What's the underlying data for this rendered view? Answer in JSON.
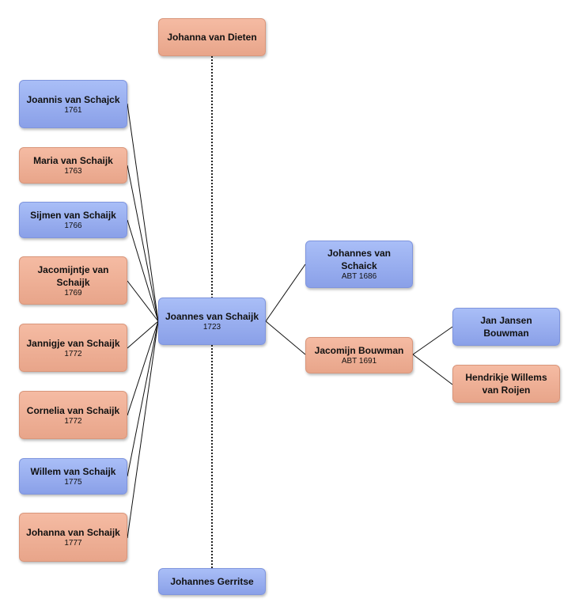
{
  "mother": {
    "name": "Johanna van Dieten",
    "year": ""
  },
  "spouse": {
    "name": "Johannes Gerritse",
    "year": ""
  },
  "main": {
    "name": "Joannes van Schaijk",
    "year": "1723"
  },
  "father": {
    "name": "Johannes van Schaick",
    "year": "ABT 1686"
  },
  "mother_parent": {
    "name": "Jacomijn Bouwman",
    "year": "ABT 1691"
  },
  "grandfather": {
    "name": "Jan Jansen Bouwman",
    "year": ""
  },
  "grandmother": {
    "name": "Hendrikje Willems van Roijen",
    "year": ""
  },
  "children": [
    {
      "name": "Joannis van Schajck",
      "year": "1761"
    },
    {
      "name": "Maria van Schaijk",
      "year": "1763"
    },
    {
      "name": "Sijmen van Schaijk",
      "year": "1766"
    },
    {
      "name": "Jacomijntje van Schaijk",
      "year": "1769"
    },
    {
      "name": "Jannigje van Schaijk",
      "year": "1772"
    },
    {
      "name": "Cornelia van Schaijk",
      "year": "1772"
    },
    {
      "name": "Willem van Schaijk",
      "year": "1775"
    },
    {
      "name": "Johanna van Schaijk",
      "year": "1777"
    }
  ]
}
